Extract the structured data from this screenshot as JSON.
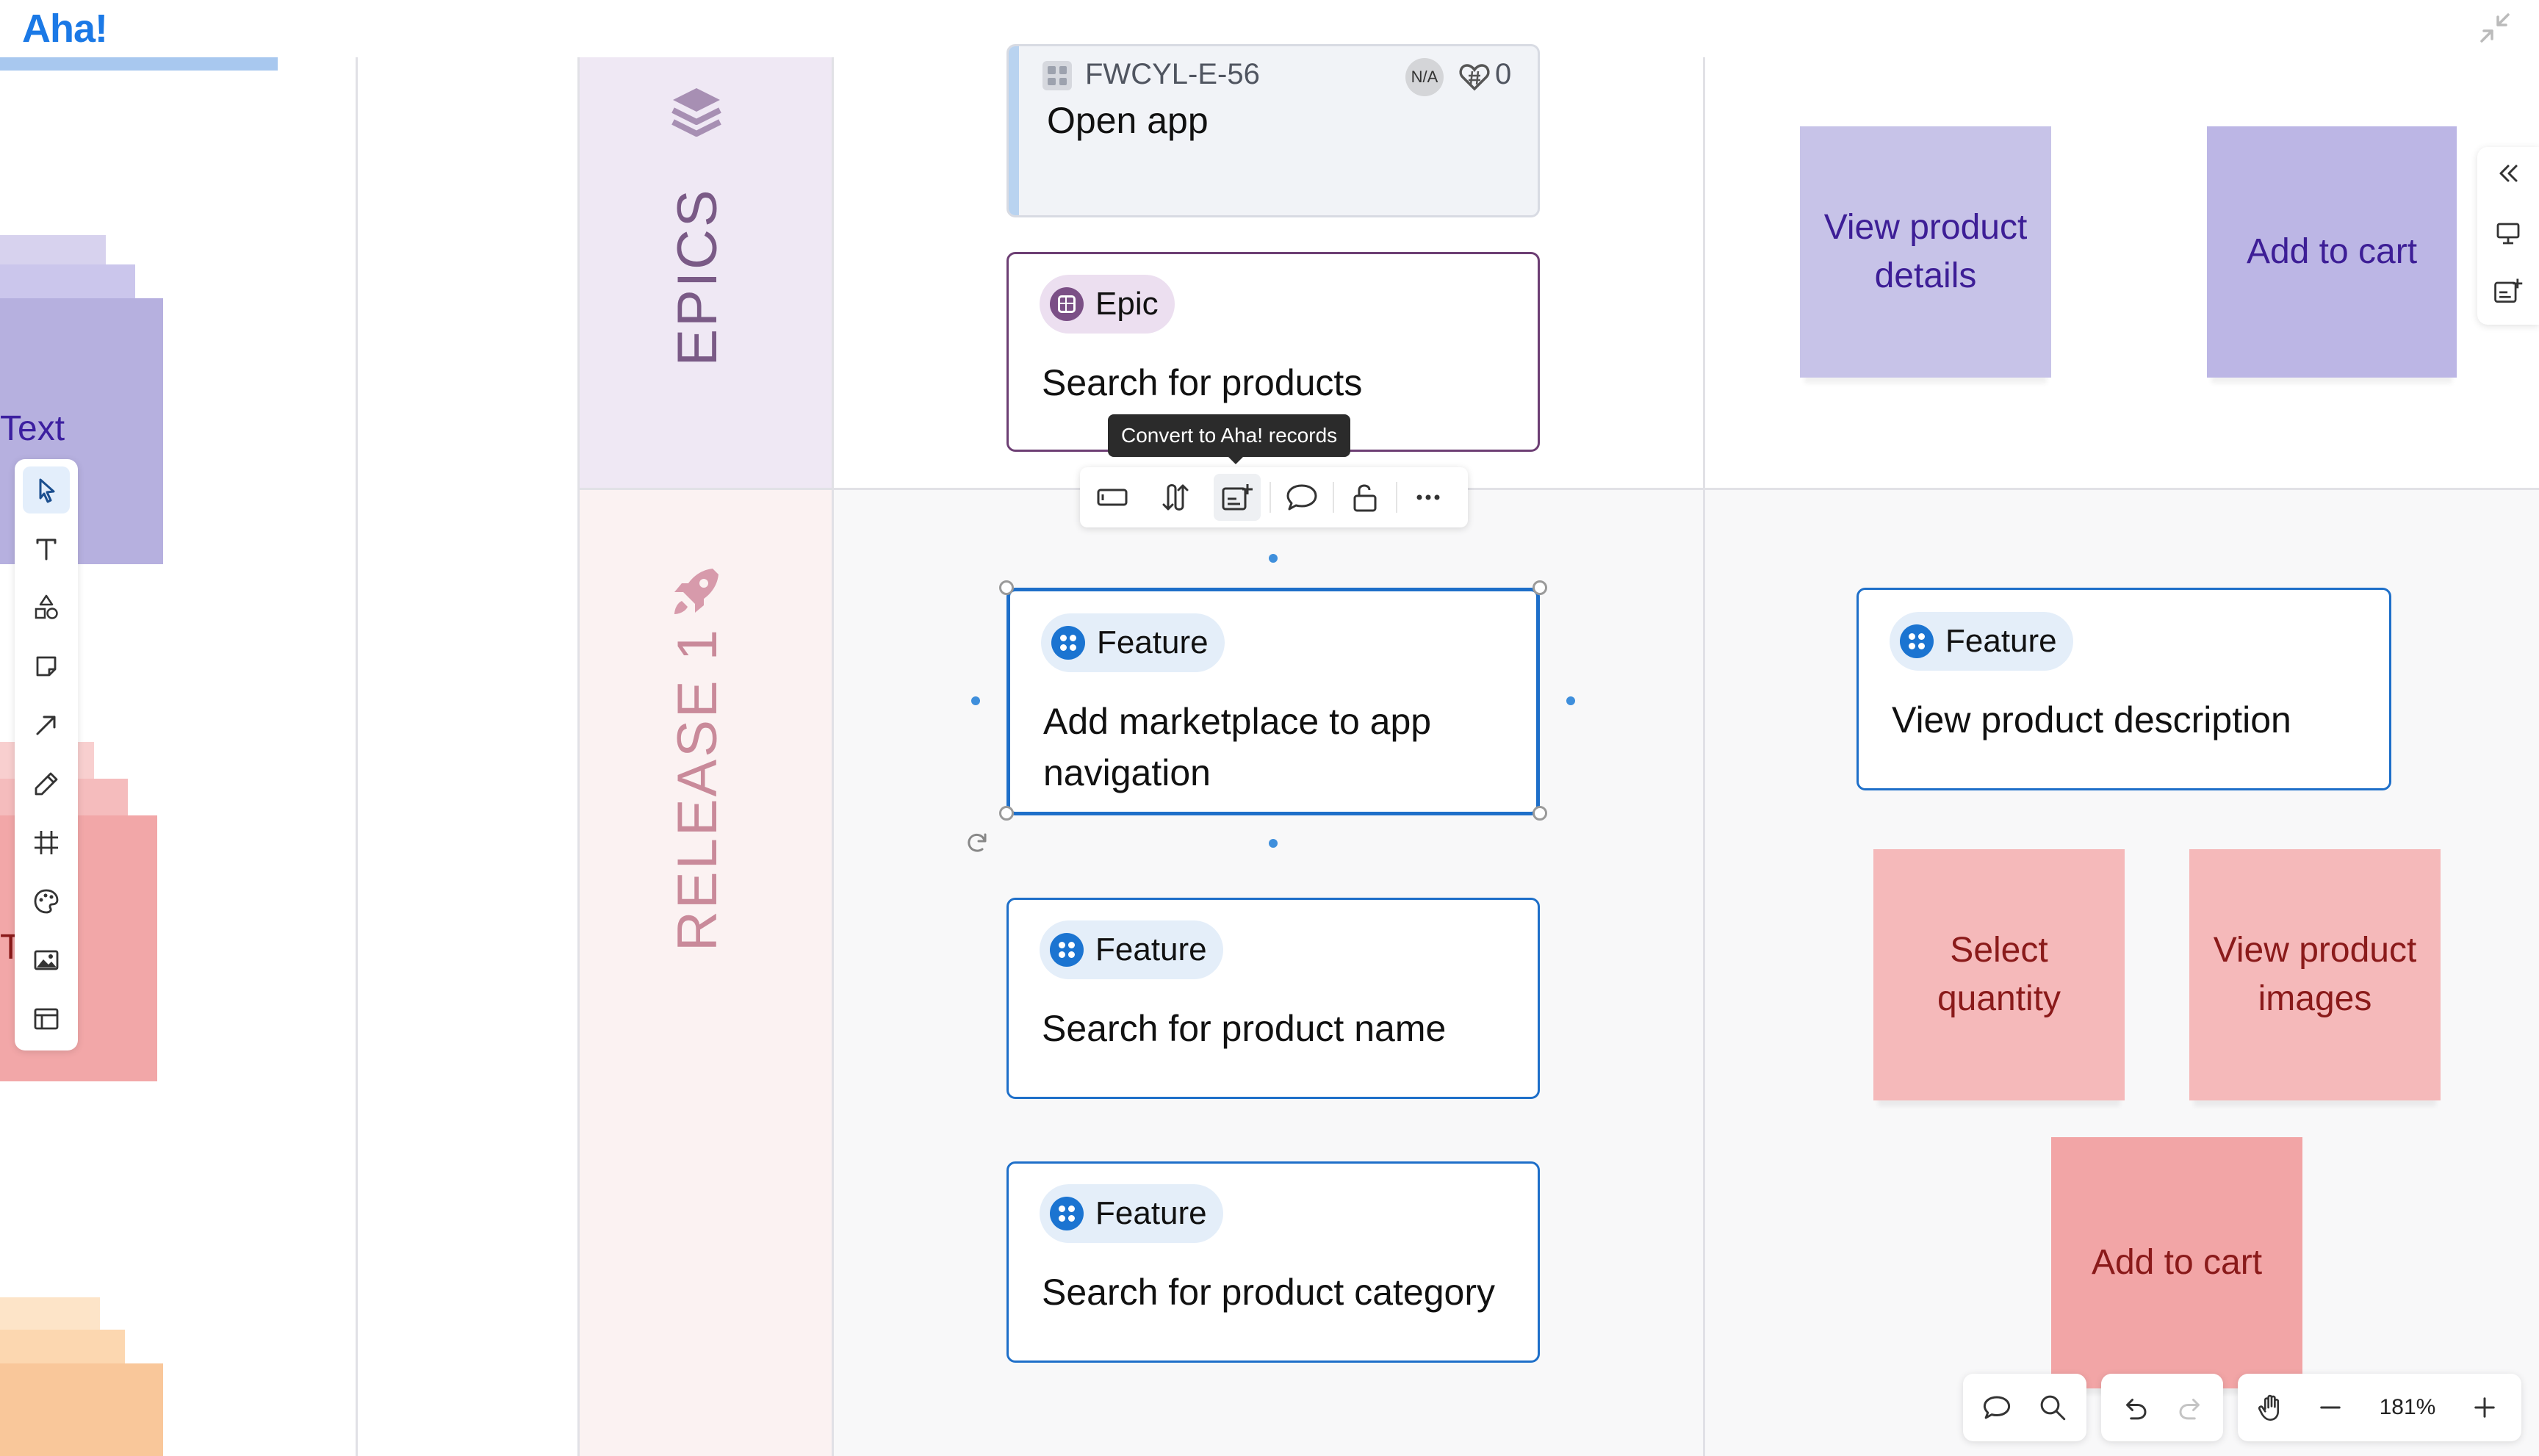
{
  "header": {
    "logo": "Aha!"
  },
  "lanes": {
    "epics": "EPICS",
    "release": "RELEASE 1"
  },
  "left_stickies": {
    "purple_text": "Text",
    "red_text": "Te"
  },
  "cards": {
    "top_record": {
      "id": "FWCYL-E-56",
      "badge": "N/A",
      "count": "0",
      "title": "Open app"
    },
    "epic": {
      "type": "Epic",
      "title": "Search for products"
    },
    "feature_selected": {
      "type": "Feature",
      "title_line1": "Add marketplace to app",
      "title_line2": "navigation"
    },
    "feature_name": {
      "type": "Feature",
      "title": "Search for product name"
    },
    "feature_category": {
      "type": "Feature",
      "title": "Search for product category"
    },
    "feature_description": {
      "type": "Feature",
      "title": "View product description"
    }
  },
  "notes": {
    "view_details": {
      "line1": "View product",
      "line2": "details"
    },
    "add_cart_top": "Add to cart",
    "select_qty": {
      "line1": "Select",
      "line2": "quantity"
    },
    "view_images": {
      "line1": "View product",
      "line2": "images"
    },
    "add_cart_bottom": "Add to cart"
  },
  "tooltip": "Convert to Aha! records",
  "zoom": "181%",
  "icons": {
    "tool_rail": [
      "select-icon",
      "text-icon",
      "shapes-icon",
      "sticky-note-icon",
      "arrow-icon",
      "pen-icon",
      "frame-icon",
      "palette-icon",
      "image-icon",
      "table-icon"
    ],
    "float_bar": [
      "card-icon",
      "swap-icon",
      "convert-record-icon",
      "comment-icon",
      "unlock-icon",
      "more-icon"
    ],
    "right_rail": [
      "collapse-icon",
      "present-icon",
      "add-record-icon"
    ],
    "bottom_bar": [
      "comment-icon",
      "search-icon",
      "undo-icon",
      "redo-icon",
      "hand-icon",
      "zoom-out-icon",
      "zoom-in-icon"
    ]
  },
  "colors": {
    "accent": "#1e6fc9",
    "epic_border": "#6d3f74",
    "note_purple": "#c5c1e6",
    "note_purple_dark": "#bdb7e6",
    "note_pink": "#f5b9ba",
    "note_red": "#f2a5a6",
    "lane_epics_text": "#7a5a86",
    "lane_release_text": "#c98a9a"
  }
}
